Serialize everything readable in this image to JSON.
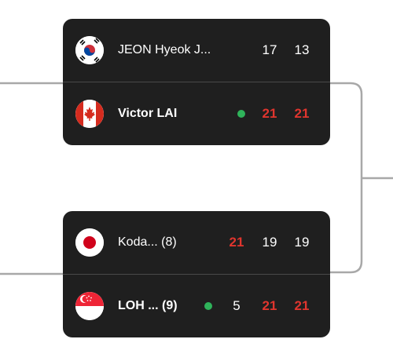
{
  "colors": {
    "card_bg": "#1f1f1f",
    "text": "#ffffff",
    "win_score": "#e0352e",
    "serving_dot": "#2fb35a",
    "connector": "#a8a8a8"
  },
  "match1": {
    "player1": {
      "name": "JEON Hyeok J...",
      "flag": "south-korea-flag-icon",
      "scores": [
        "17",
        "13"
      ]
    },
    "player2": {
      "name": "Victor LAI",
      "flag": "canada-flag-icon",
      "scores": [
        "21",
        "21"
      ],
      "serving_indicator": "green-dot"
    }
  },
  "match2": {
    "player1": {
      "name": "Koda... (8)",
      "flag": "japan-flag-icon",
      "scores": [
        "21",
        "19",
        "19"
      ]
    },
    "player2": {
      "name": "LOH ... (9)",
      "flag": "singapore-flag-icon",
      "scores": [
        "5",
        "21",
        "21"
      ],
      "serving_indicator": "green-dot"
    }
  }
}
